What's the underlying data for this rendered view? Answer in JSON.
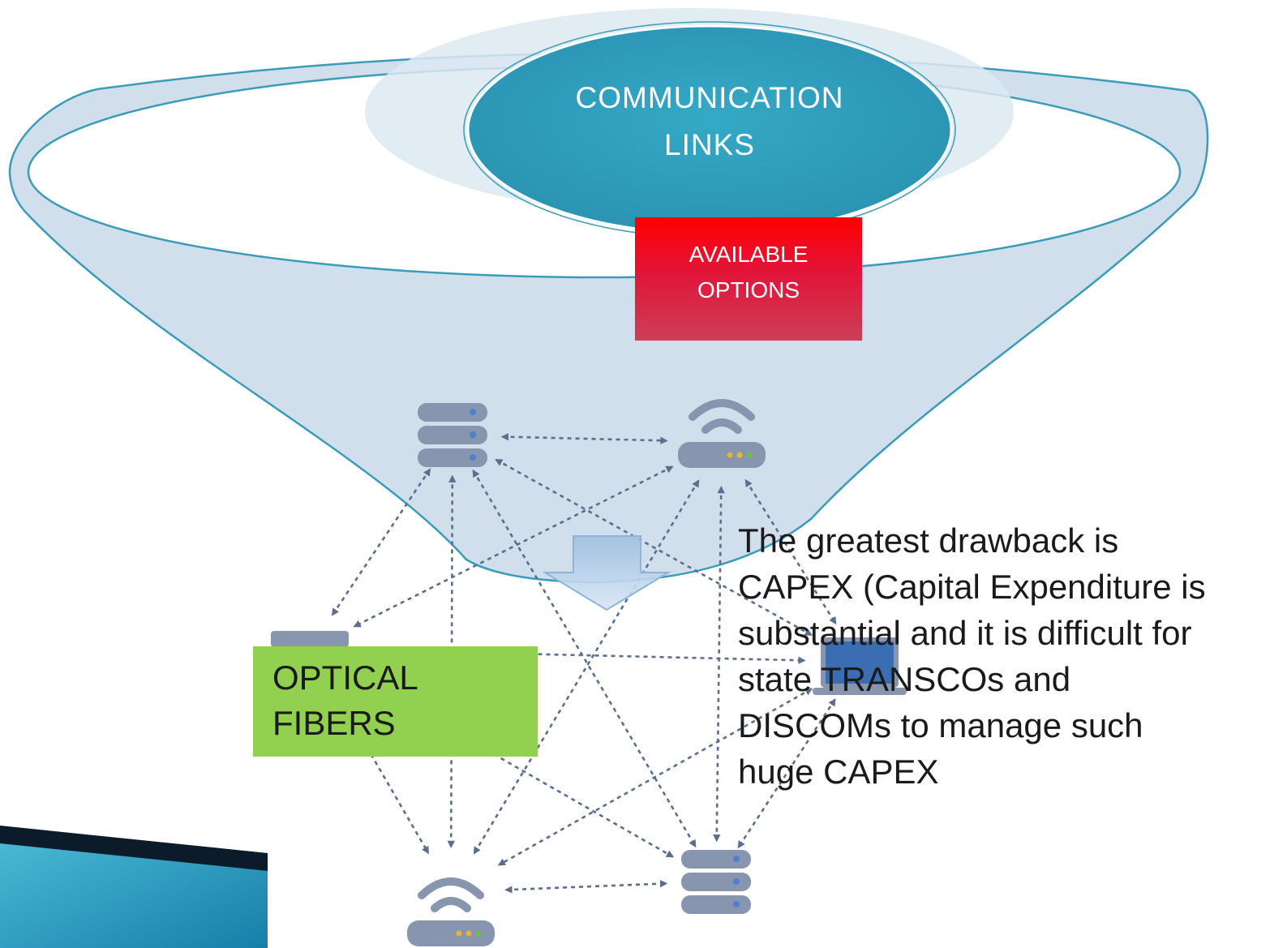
{
  "hub": {
    "line1": "COMMUNICATION",
    "line2": "LINKS"
  },
  "options": {
    "line1": "AVAILABLE",
    "line2": "OPTIONS"
  },
  "fiber": {
    "line1": "OPTICAL",
    "line2": "FIBERS"
  },
  "note": {
    "line1": "The greatest drawback is",
    "line2": "CAPEX (Capital Expenditure is",
    "line3": "substantial and it is difficult for",
    "line4": "state TRANSCOs and",
    "line5": "DISCOMs to manage such",
    "line6": "huge CAPEX"
  },
  "nodes": [
    {
      "id": "server-top-left",
      "icon": "server-icon"
    },
    {
      "id": "router-top-right",
      "icon": "wifi-router-icon"
    },
    {
      "id": "laptop-left",
      "icon": "laptop-icon"
    },
    {
      "id": "laptop-right",
      "icon": "laptop-icon"
    },
    {
      "id": "router-bottom-left",
      "icon": "wifi-router-icon"
    },
    {
      "id": "server-bottom-right",
      "icon": "server-icon"
    }
  ],
  "links": [
    [
      "server-top-left",
      "router-top-right"
    ],
    [
      "router-bottom-left",
      "server-bottom-right"
    ],
    [
      "server-top-left",
      "laptop-left"
    ],
    [
      "server-top-left",
      "router-bottom-left"
    ],
    [
      "server-top-left",
      "server-bottom-right"
    ],
    [
      "server-top-left",
      "laptop-right"
    ],
    [
      "router-top-right",
      "laptop-left"
    ],
    [
      "router-top-right",
      "router-bottom-left"
    ],
    [
      "router-top-right",
      "server-bottom-right"
    ],
    [
      "router-top-right",
      "laptop-right"
    ],
    [
      "laptop-left",
      "laptop-right"
    ],
    [
      "laptop-left",
      "router-bottom-left"
    ],
    [
      "laptop-left",
      "server-bottom-right"
    ],
    [
      "laptop-right",
      "router-bottom-left"
    ],
    [
      "laptop-right",
      "server-bottom-right"
    ]
  ],
  "colors": {
    "funnel_fill": "#c9d9ea",
    "funnel_stroke": "#3a9cb9",
    "hub_fill": "#2fa0bd",
    "options_fill": "#ff0000",
    "fiber_fill": "#92d050",
    "link_stroke": "#5b6f8c",
    "corner_accent": "#1f8bb0"
  }
}
